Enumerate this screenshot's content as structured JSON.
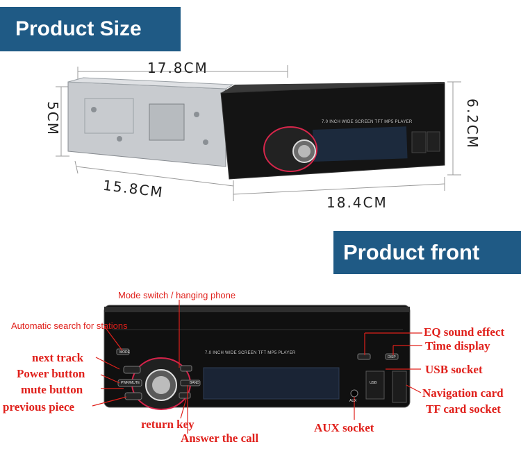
{
  "headers": {
    "product_size": "Product Size",
    "product_front": "Product front"
  },
  "dimensions": {
    "width_top": "17.8CM",
    "height_left": "5CM",
    "height_right": "6.2CM",
    "depth_bottom": "15.8CM",
    "width_bottom": "18.4CM"
  },
  "device": {
    "screen_label": "7.0 INCH WIDE SCREEN TFT  MP5  PLAYER",
    "band_label": "BAND",
    "aux_label": "AUX",
    "mode_label": "MODE",
    "power_label": "PWR/MUTE",
    "usb_label": "USB",
    "disp_label": "DISP"
  },
  "callouts": {
    "mode_switch": "Mode switch / hanging phone",
    "auto_search": "Automatic search for stations",
    "next_track": "next track",
    "power_button": "Power button",
    "mute_button": "mute button",
    "previous_piece": "previous piece",
    "return_key": "return key",
    "answer_call": "Answer the call",
    "aux_socket": "AUX socket",
    "eq_sound": "EQ sound effect",
    "time_display": "Time display",
    "usb_socket": "USB socket",
    "navigation_card": "Navigation card",
    "tf_card": "TF card socket"
  },
  "colors": {
    "banner": "#1f5a85",
    "callout": "#e0201b",
    "device_body": "#111111"
  }
}
